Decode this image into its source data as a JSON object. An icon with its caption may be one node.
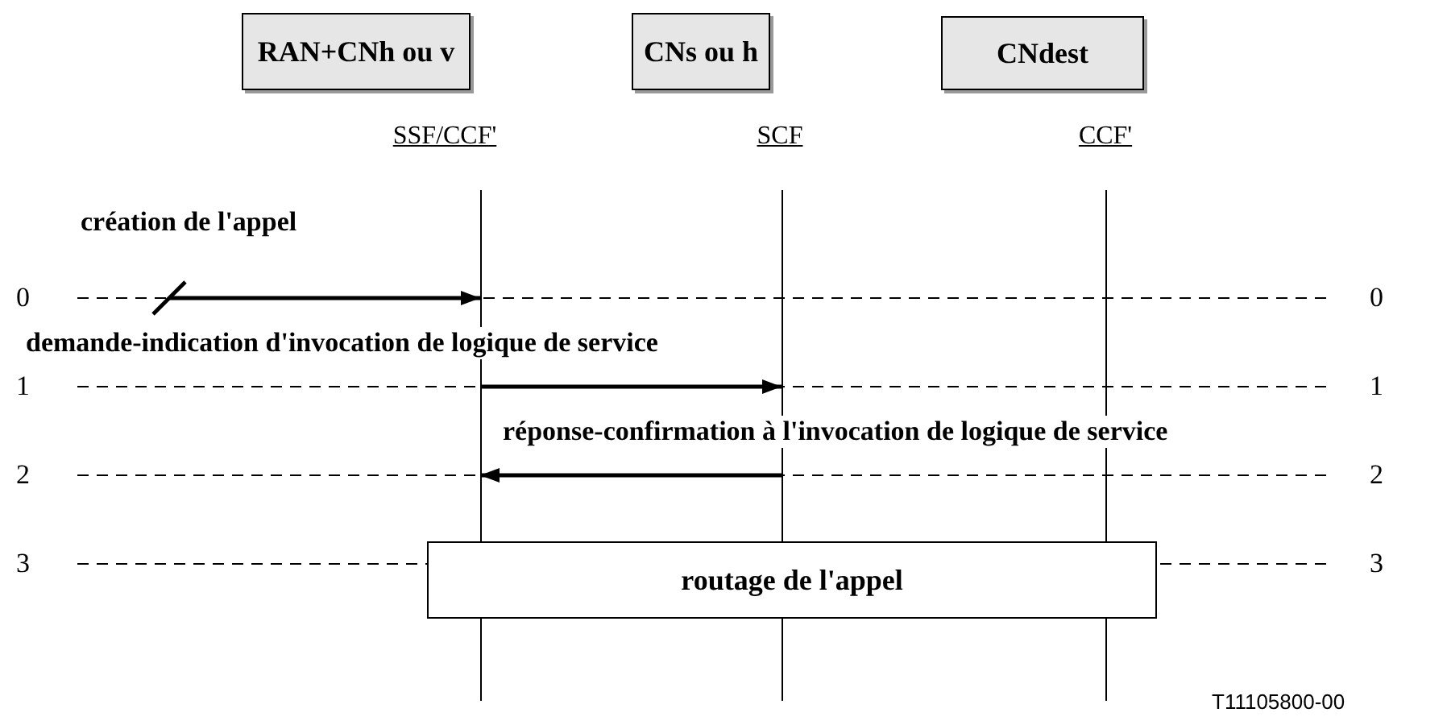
{
  "diagram": {
    "nodes": [
      {
        "text": [
          "RAN+CNh ou v"
        ],
        "beside": [
          "SSF/CCF'"
        ]
      },
      {
        "text": [
          "CNs ou h"
        ],
        "beside": [
          "SCF"
        ]
      },
      {
        "text": [
          "CNdest"
        ],
        "beside": [
          "CCF'"
        ]
      },
      {
        "text": [],
        "shape": "line"
      },
      {
        "text": [],
        "shape": "line"
      },
      {
        "text": [],
        "shape": "line"
      },
      {
        "text": [
          "routage de l'appel"
        ]
      }
    ],
    "edges": [
      {
        "from": null,
        "to": 3,
        "arrow": "to",
        "label": "création de l'appel"
      },
      {
        "from": 3,
        "to": 4,
        "arrow": "to",
        "label": "demande-indication d'invocation de logique de service"
      },
      {
        "from": 4,
        "to": 3,
        "arrow": "to",
        "label": "réponse-confirmation à l'invocation de logique de service"
      }
    ],
    "labels": [
      "0",
      "0",
      "1",
      "1",
      "2",
      "2",
      "3",
      "3",
      "T11105800-00"
    ]
  }
}
